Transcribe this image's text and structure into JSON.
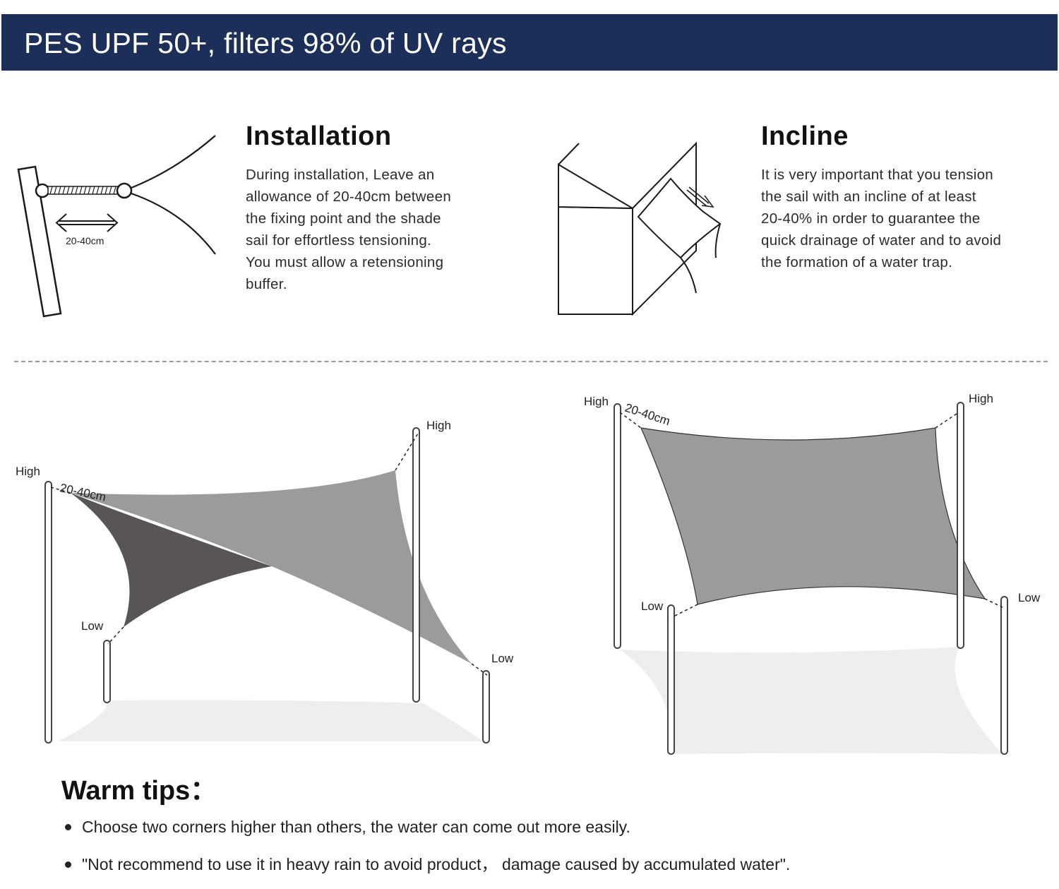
{
  "banner": {
    "title": "PES UPF 50+, filters 98% of UV rays",
    "color": "#1b2f58"
  },
  "installation": {
    "heading": "Installation",
    "lines": [
      "During installation, Leave an",
      "allowance of 20-40cm between",
      "the fixing point and the shade",
      "sail for effortless tensioning.",
      "You must allow a retensioning",
      "buffer."
    ],
    "diagram_label": "20-40cm"
  },
  "incline": {
    "heading": "Incline",
    "lines": [
      "It is very important that you tension",
      "the sail with an incline of at least",
      "20-40% in order to guarantee the",
      "quick drainage of water and to avoid",
      "the formation of a water trap."
    ]
  },
  "triangle_diagram": {
    "label_high_left": "High",
    "label_high_right": "High",
    "label_low_left": "Low",
    "label_low_right": "Low",
    "label_gap": "20-40cm",
    "sail_color": "#9b9b9b",
    "sail_dark_color": "#5a5555"
  },
  "rectangle_diagram": {
    "label_high_left": "High",
    "label_high_right": "High",
    "label_low_left": "Low",
    "label_low_right": "Low",
    "label_gap": "20-40cm",
    "sail_color": "#9b9b9b"
  },
  "warm_tips": {
    "heading": "Warm tips：",
    "items": [
      "Choose two corners higher than others, the water can come out more easily.",
      "\"Not recommend to use it in heavy rain to avoid product， damage caused by accumulated water\"."
    ]
  }
}
